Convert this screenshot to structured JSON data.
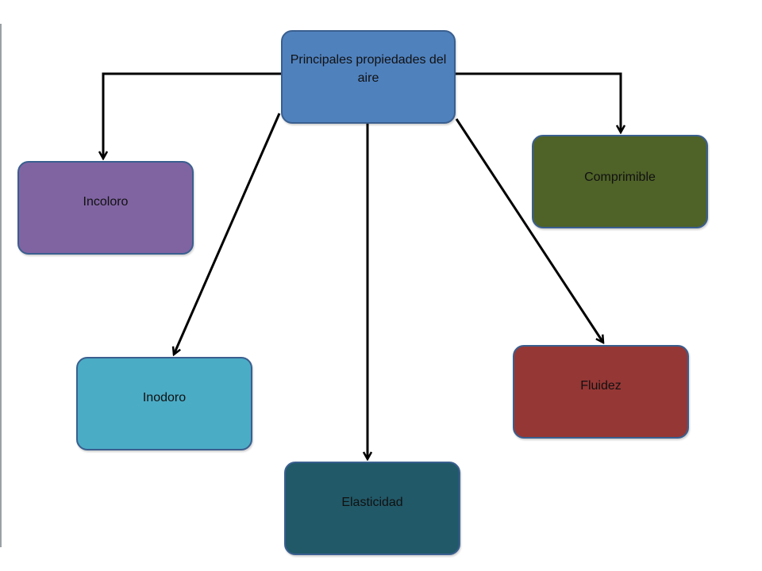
{
  "diagram": {
    "root": {
      "label": "Principales propiedades del aire",
      "color": "#4f81bd"
    },
    "properties": [
      {
        "label": "Incoloro",
        "color": "#8064a2"
      },
      {
        "label": "Inodoro",
        "color": "#4bacc6"
      },
      {
        "label": "Elasticidad",
        "color": "#215968"
      },
      {
        "label": "Fluidez",
        "color": "#953735"
      },
      {
        "label": "Comprimible",
        "color": "#4f6228"
      }
    ]
  },
  "colors": {
    "connector": "#000000",
    "node_border": "#3a5f8f"
  }
}
